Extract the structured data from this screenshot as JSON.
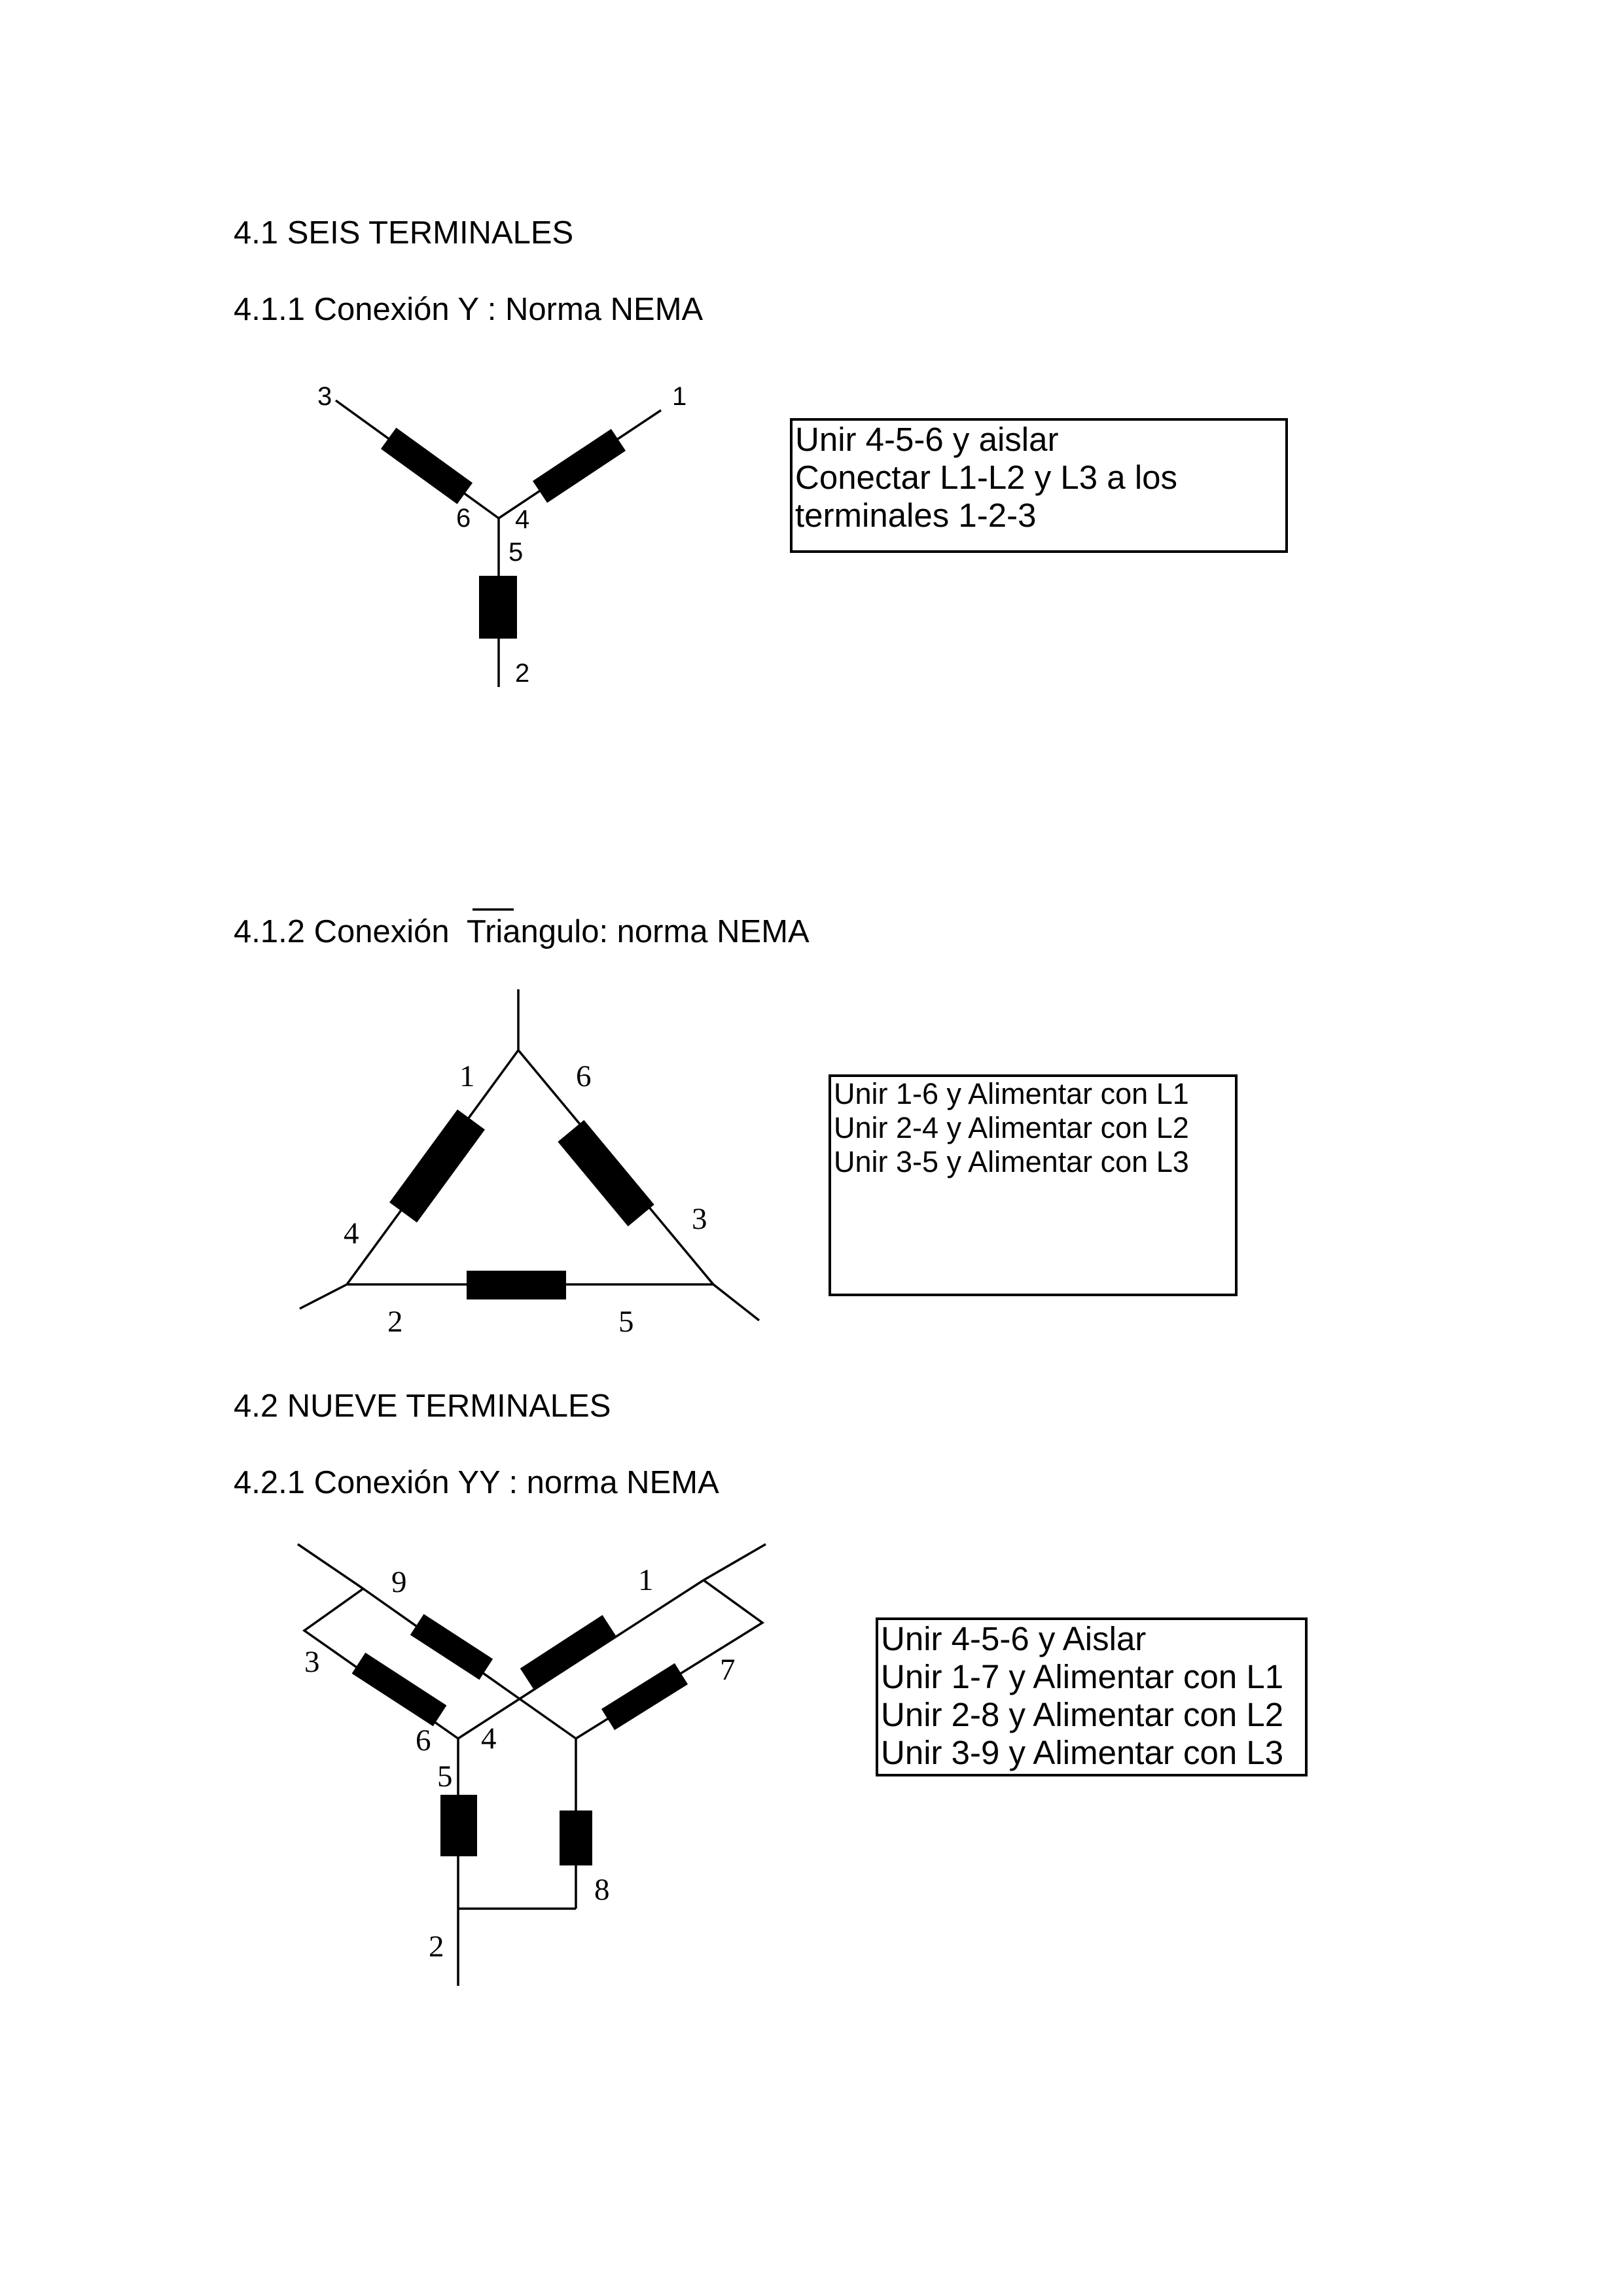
{
  "section_41": {
    "title": "4.1 SEIS TERMINALES"
  },
  "section_411": {
    "title": "4.1.1 Conexión Y : Norma NEMA",
    "terminals": [
      "1",
      "2",
      "3",
      "4",
      "5",
      "6"
    ],
    "notes": [
      "Unir 4-5-6 y aislar",
      "Conectar L1-L2 y L3 a los",
      "terminales 1-2-3"
    ]
  },
  "section_412": {
    "title_prefix": "4.1.2 Conexión",
    "title_suffix": "Triangulo: norma NEMA",
    "terminals": [
      "1",
      "2",
      "3",
      "4",
      "5",
      "6"
    ],
    "notes": [
      "Unir 1-6 y Alimentar con L1",
      "Unir 2-4 y Alimentar con L2",
      "Unir 3-5 y Alimentar con L3"
    ]
  },
  "section_42": {
    "title": "4.2 NUEVE TERMINALES"
  },
  "section_421": {
    "title": "4.2.1 Conexión YY : norma NEMA",
    "terminals": [
      "1",
      "2",
      "3",
      "4",
      "5",
      "6",
      "7",
      "8",
      "9"
    ],
    "notes": [
      "Unir 4-5-6 y Aislar",
      "Unir 1-7 y Alimentar con L1",
      "Unir 2-8 y Alimentar con L2",
      "Unir 3-9 y Alimentar con L3"
    ]
  }
}
